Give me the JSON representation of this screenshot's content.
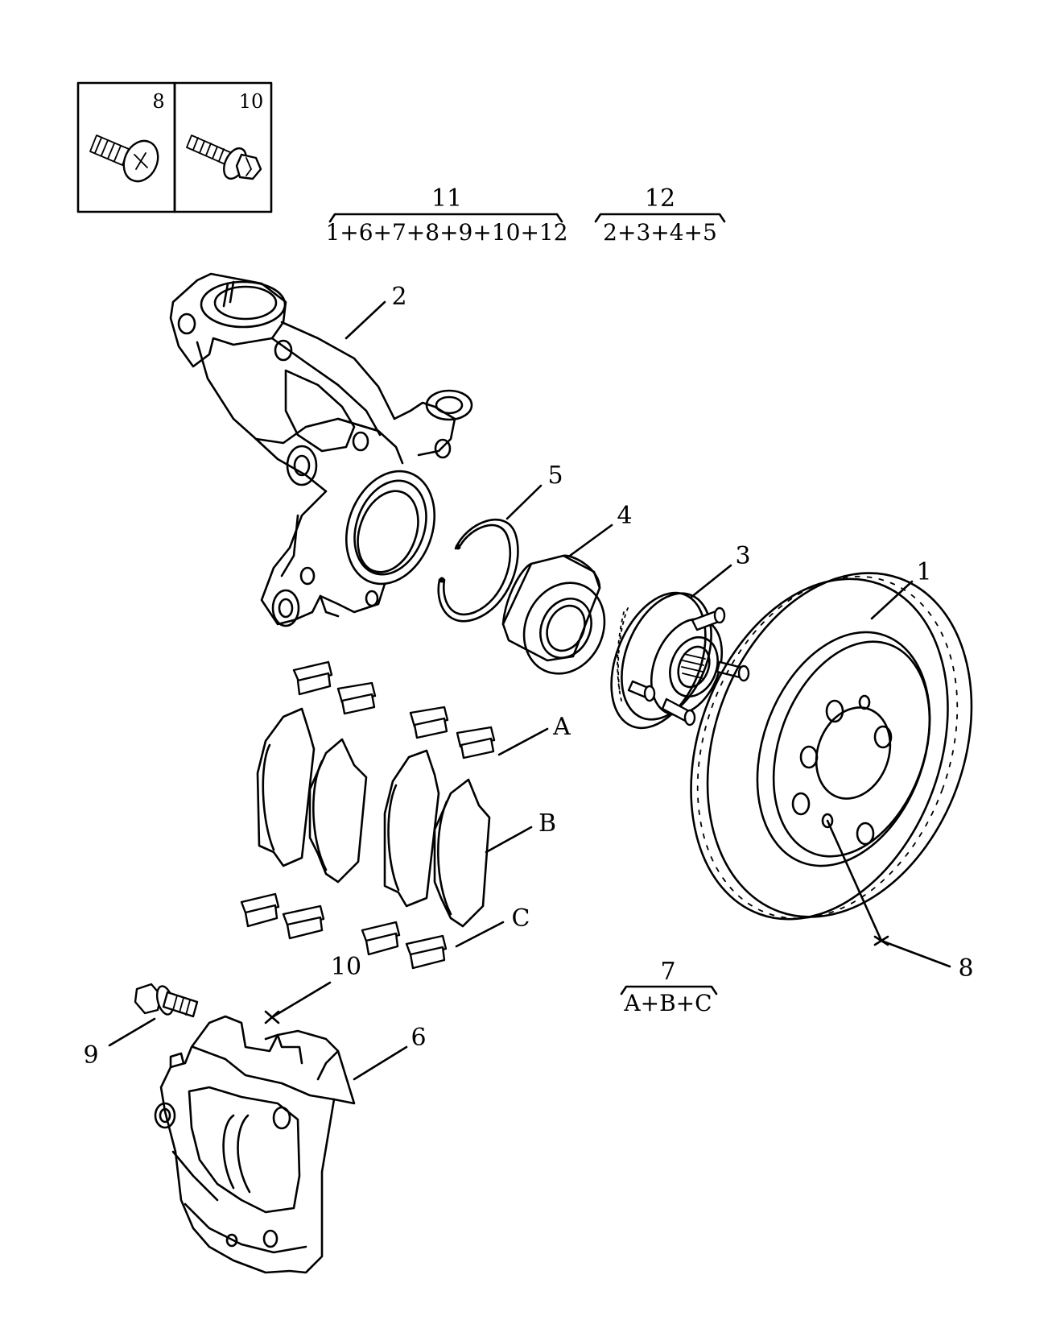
{
  "fastener_boxes": [
    {
      "number": "8",
      "icon": "screw-phillips-icon"
    },
    {
      "number": "10",
      "icon": "flange-bolt-icon"
    }
  ],
  "kits": [
    {
      "number": "11",
      "contents": "1+6+7+8+9+10+12"
    },
    {
      "number": "12",
      "contents": "2+3+4+5"
    },
    {
      "number": "7",
      "contents": "A+B+C"
    }
  ],
  "callouts": {
    "rotor": "1",
    "knuckle": "2",
    "hub": "3",
    "bearing": "4",
    "snap_ring": "5",
    "caliper": "6",
    "rotor_screw": "8",
    "caliper_bolt": "9",
    "caliper_bolt_point": "10",
    "clips_top": "A",
    "pads": "B",
    "clips_bottom": "C"
  }
}
